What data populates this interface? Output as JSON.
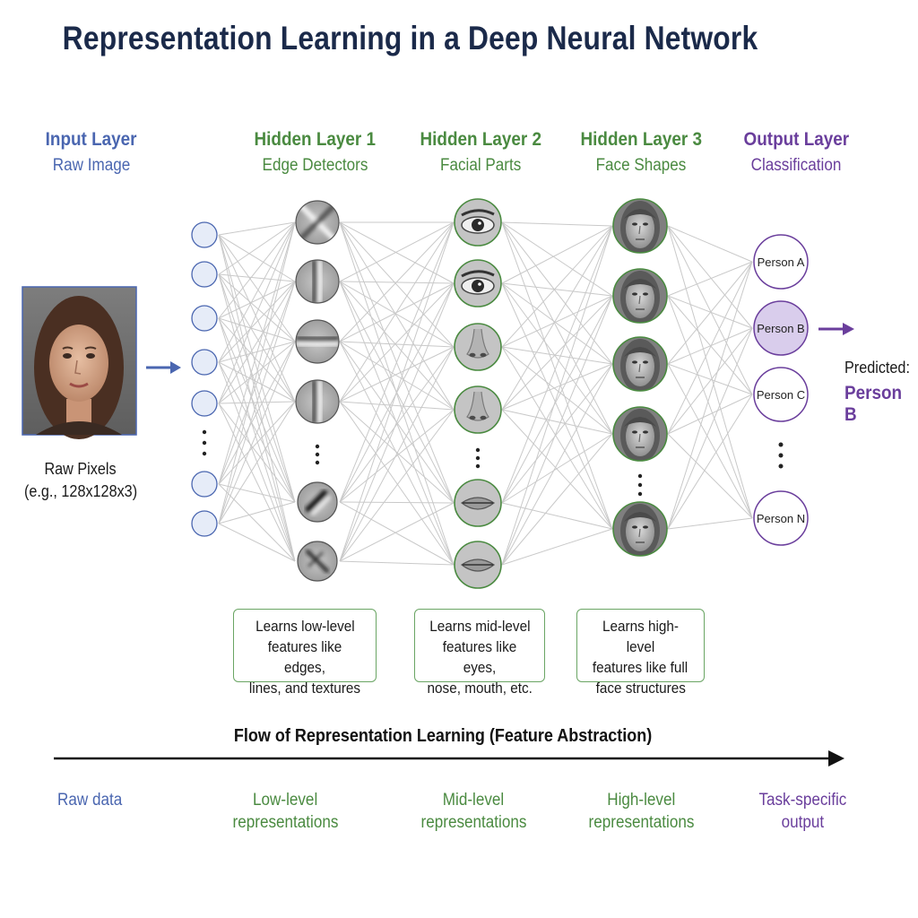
{
  "title": "Representation Learning in a Deep Neural Network",
  "columns": [
    {
      "name": "Input Layer",
      "sub": "Raw Image"
    },
    {
      "name": "Hidden Layer 1",
      "sub": "Edge Detectors"
    },
    {
      "name": "Hidden Layer 2",
      "sub": "Facial Parts"
    },
    {
      "name": "Hidden Layer 3",
      "sub": "Face Shapes"
    },
    {
      "name": "Output Layer",
      "sub": "Classification"
    }
  ],
  "input_caption": {
    "line1": "Raw Pixels",
    "line2": "(e.g., 128x128x3)"
  },
  "outputs": [
    "Person A",
    "Person B",
    "Person C",
    "Person N"
  ],
  "selected_output": "Person B",
  "prediction": {
    "label": "Predicted:",
    "value": "Person B"
  },
  "feature_boxes": [
    {
      "l1": "Learns low-level",
      "l2": "features like edges,",
      "l3": "lines, and textures"
    },
    {
      "l1": "Learns mid-level",
      "l2": "features like eyes,",
      "l3": "nose, mouth, etc."
    },
    {
      "l1": "Learns high-level",
      "l2": "features like full",
      "l3": "face structures"
    }
  ],
  "flow_title": "Flow of Representation Learning (Feature Abstraction)",
  "flow_labels": [
    {
      "l1": "Raw data",
      "l2": ""
    },
    {
      "l1": "Low-level",
      "l2": "representations"
    },
    {
      "l1": "Mid-level",
      "l2": "representations"
    },
    {
      "l1": "High-level",
      "l2": "representations"
    },
    {
      "l1": "Task-specific",
      "l2": "output"
    }
  ],
  "colors": {
    "input": "#4a66b0",
    "hidden": "#4a8a40",
    "output": "#6a3e9c",
    "title": "#1b2a4a",
    "input_node_fill": "#e6ecf8",
    "selected_fill": "#d9cdec"
  },
  "layer1_filters": [
    "diagonal-cross",
    "vertical-bar",
    "horizontal-bar",
    "vertical-bar",
    "diagonal-blob",
    "diagonal-line"
  ],
  "layer2_parts": [
    "eye",
    "eye",
    "nose",
    "nose",
    "mouth",
    "mouth"
  ]
}
